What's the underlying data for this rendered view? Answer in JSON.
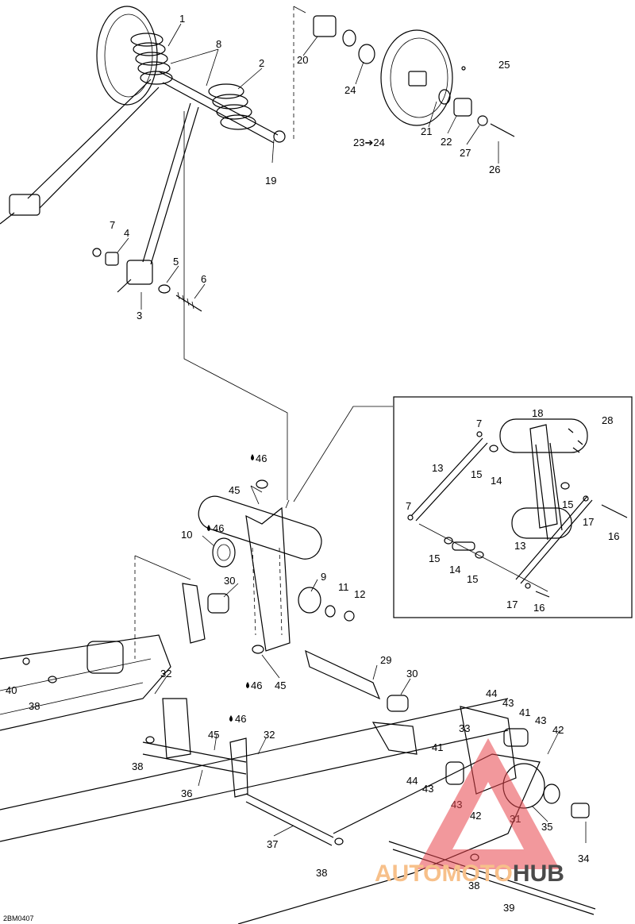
{
  "reference_code": "2BM0407",
  "watermark": {
    "part1": "AUTOMOTO",
    "part2": "HUB",
    "color1": "#f7c08a",
    "color2": "#4a4a4a",
    "triangle_color": "#e8434b"
  },
  "callouts": [
    {
      "text": "1"
    },
    {
      "text": "8"
    },
    {
      "text": "2"
    },
    {
      "text": "19"
    },
    {
      "text": "20"
    },
    {
      "text": "24"
    },
    {
      "text": "25"
    },
    {
      "text": "21"
    },
    {
      "text": "22"
    },
    {
      "text": "27"
    },
    {
      "text": "23➔24"
    },
    {
      "text": "26"
    },
    {
      "text": "7"
    },
    {
      "text": "4"
    },
    {
      "text": "5"
    },
    {
      "text": "6"
    },
    {
      "text": "3"
    },
    {
      "text": "18"
    },
    {
      "text": "28"
    },
    {
      "text": "7"
    },
    {
      "text": "13"
    },
    {
      "text": "15"
    },
    {
      "text": "14"
    },
    {
      "text": "15"
    },
    {
      "text": "7"
    },
    {
      "text": "17"
    },
    {
      "text": "16"
    },
    {
      "text": "13"
    },
    {
      "text": "15"
    },
    {
      "text": "14"
    },
    {
      "text": "15"
    },
    {
      "text": "17"
    },
    {
      "text": "16"
    },
    {
      "text": "46"
    },
    {
      "text": "45"
    },
    {
      "text": "10"
    },
    {
      "text": "46"
    },
    {
      "text": "30"
    },
    {
      "text": "9"
    },
    {
      "text": "11"
    },
    {
      "text": "12"
    },
    {
      "text": "29"
    },
    {
      "text": "30"
    },
    {
      "text": "46"
    },
    {
      "text": "45"
    },
    {
      "text": "40"
    },
    {
      "text": "38"
    },
    {
      "text": "32"
    },
    {
      "text": "46"
    },
    {
      "text": "45"
    },
    {
      "text": "32"
    },
    {
      "text": "38"
    },
    {
      "text": "36"
    },
    {
      "text": "37"
    },
    {
      "text": "38"
    },
    {
      "text": "44"
    },
    {
      "text": "43"
    },
    {
      "text": "41"
    },
    {
      "text": "43"
    },
    {
      "text": "42"
    },
    {
      "text": "33"
    },
    {
      "text": "41"
    },
    {
      "text": "44"
    },
    {
      "text": "43"
    },
    {
      "text": "43"
    },
    {
      "text": "42"
    },
    {
      "text": "31"
    },
    {
      "text": "35"
    },
    {
      "text": "34"
    },
    {
      "text": "38"
    },
    {
      "text": "39"
    }
  ]
}
